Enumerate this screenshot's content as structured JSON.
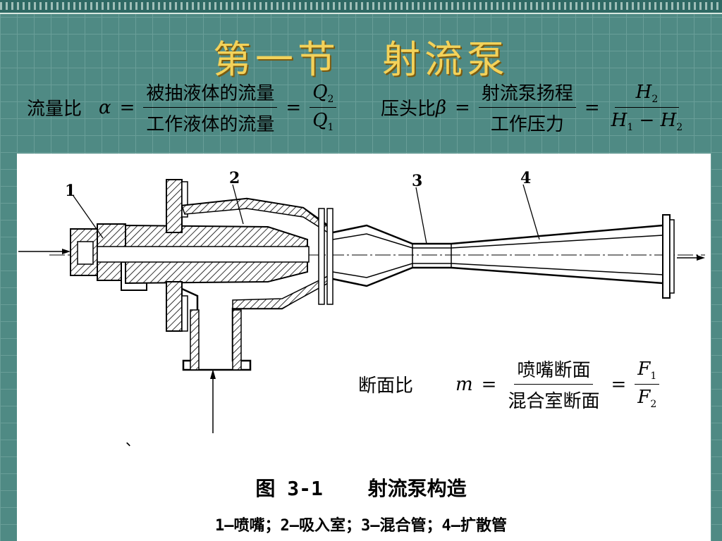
{
  "title": "第一节　射流泵",
  "flow_ratio": {
    "label": "流量比",
    "symbol": "α",
    "eq": "=",
    "num": "被抽液体的流量",
    "den": "工作液体的流量",
    "eq2": "=",
    "q_num": "Q",
    "q_num_sub": "2",
    "q_den": "Q",
    "q_den_sub": "1"
  },
  "head_ratio": {
    "label": "压头比",
    "symbol": "β",
    "eq": "=",
    "num": "射流泵扬程",
    "den": "工作压力",
    "eq2": "=",
    "h_num": "H",
    "h_num_sub": "2",
    "h_den_a": "H",
    "h_den_a_sub": "1",
    "h_den_minus": "−",
    "h_den_b": "H",
    "h_den_b_sub": "2"
  },
  "area_ratio": {
    "label": "断面比",
    "symbol": "m",
    "eq": "=",
    "num": "喷嘴断面",
    "den": "混合室断面",
    "eq2": "=",
    "f_num": "F",
    "f_num_sub": "1",
    "f_den": "F",
    "f_den_sub": "2"
  },
  "diagram": {
    "labels": [
      "1",
      "2",
      "3",
      "4"
    ],
    "mark": "、"
  },
  "caption": {
    "fig": "图 3-1",
    "text": "射流泵构造"
  },
  "legend": "1—喷嘴；2—吸入室；3—混合管；4—扩散管",
  "colors": {
    "background": "#4f8a84",
    "title": "#f3d25a",
    "panel": "#ffffff"
  }
}
